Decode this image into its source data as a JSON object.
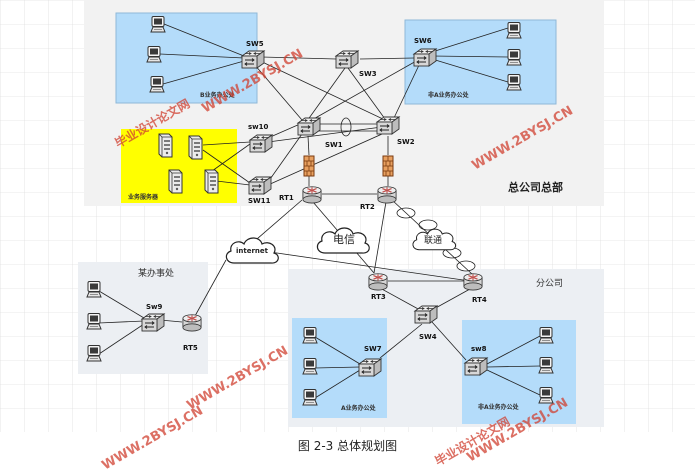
{
  "regions": {
    "hq": "总公司总部",
    "office": "某办事处",
    "branch": "分公司"
  },
  "groups": {
    "hq_left": "B业务办公处",
    "hq_right": "非A业务办公处",
    "servers": "业务服务器",
    "branch_left": "A业务办公处",
    "branch_right": "非A业务办公处"
  },
  "devices": {
    "sw5": "SW5",
    "sw6": "SW6",
    "sw3": "SW3",
    "sw10": "sw10",
    "sw11": "SW11",
    "sw1": "SW1",
    "sw2": "SW2",
    "rt1": "RT1",
    "rt2": "RT2",
    "sw9": "Sw9",
    "rt5": "RT5",
    "rt3": "RT3",
    "rt4": "RT4",
    "sw4": "SW4",
    "sw7": "SW7",
    "sw8": "sw8"
  },
  "clouds": {
    "internet": "internet",
    "telecom": "电信",
    "unicom": "联通"
  },
  "watermark": {
    "url": "WWW.2BYSJ.CN",
    "site": "毕业设计论文网"
  },
  "caption": "图 2-3 总体规划图",
  "colors": {
    "lan_blue": "#b4dcfa",
    "server_yellow": "#ffff00",
    "hq_bg": "#f2f2f2",
    "region_bg": "#eef0f4",
    "device_gray": "#d8d8d8",
    "router_red": "#c0504d",
    "firewall_orange": "#e8a060",
    "watermark_red": "#d04030"
  },
  "icons": [
    "pc-icon",
    "server-icon",
    "switch-icon",
    "router-icon",
    "firewall-icon",
    "cloud-icon"
  ]
}
